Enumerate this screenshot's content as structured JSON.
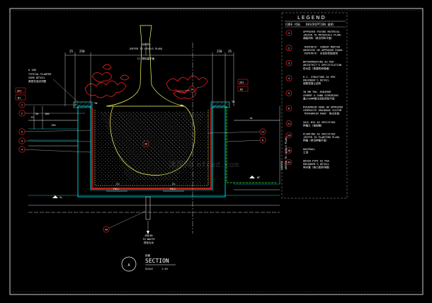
{
  "legend": {
    "title": "LEGEND",
    "col_code": "CODE 代码",
    "col_desc": "DESCRIPTION 说明",
    "items": [
      {
        "code": "1",
        "lines": [
          "APPROVED PAVING MATERIAL",
          "(REFER TO MATERIALS PLAN)",
          "铺装材料（参见材料平面）"
        ]
      },
      {
        "code": "2",
        "lines": [
          "'KEMCRETE' CEMENT-MORTAR",
          "ADHESIVE OR APPROVED EQUAL",
          "'KEMCRETE' 水泥砂浆粘结剂"
        ]
      },
      {
        "code": "3",
        "lines": [
          "WATERPROOFING AS PER",
          "ARCHITECT'S SPECIFICATION",
          "防水层（按建筑师规格）"
        ]
      },
      {
        "code": "4",
        "lines": [
          "R.C. STRUCTURE AS PER",
          "ENGINEER'S DETAIL",
          "钢筋混凝土结构"
        ]
      },
      {
        "code": "5",
        "lines": [
          "30 MM THK. MINIMUM",
          "CEMENT & SAND SCREEDING",
          "最少30MM厚水泥砂浆找平层"
        ]
      },
      {
        "code": "6",
        "lines": [
          "MIRADRAIN 6000 OR APPROVED",
          "COMPOSITE DRAINAGE SYSTEM",
          "'MIRADRAIN 6000' 排水系统"
        ]
      },
      {
        "code": "11",
        "lines": [
          "SOIL MIX AS SPECIFIED",
          "种植土（按规格）"
        ]
      },
      {
        "code": "14",
        "lines": [
          "PLANTING AS SPECIFIED",
          "(REFER TO PLANTING PLAN)",
          "种植（参见种植平面）"
        ]
      },
      {
        "code": "28",
        "lines": [
          "ROOTBALL",
          "土球"
        ]
      },
      {
        "code": "43",
        "lines": [
          "DRAIN PIPE AS PER",
          "ENGINEER'S DETAIL",
          "排水管（按工程师详图）"
        ]
      }
    ]
  },
  "drawing": {
    "varies_top": [
      "VARIES",
      "(REFER TO LEVELS PLAN)",
      "C/ 按标高平面"
    ],
    "varies_right": [
      "VARIES",
      "(REFER TO LEVELS PLAN)"
    ],
    "dim_250_left": "250",
    "dim_250_right": "250",
    "dim_25_left": "25",
    "dim_25_right": "25",
    "dim_100": "100",
    "dim_50": "50",
    "dim_150": "150",
    "label_tw": "TW",
    "label_fl": "FL",
    "label_al": "AL",
    "label_sl": "SL",
    "label_bf": "BF",
    "fall_left": "FALL",
    "fall_right": "FALL",
    "fall_pct": "2%",
    "typical_planter": [
      "A 100",
      "TYPICAL PLANTER",
      "CURB DETAIL",
      "典型花池边详图"
    ],
    "tag_sd1": "SD1",
    "tag_sd2": "SD2",
    "tag_w1": "W1",
    "tag_w2": "W2",
    "drain_to_waste": [
      "DRAIN",
      "TO WASTE",
      "排至污水"
    ],
    "callouts": [
      "1",
      "2",
      "3",
      "4",
      "5",
      "6",
      "11",
      "14",
      "28",
      "43"
    ],
    "watermark": "沐风网 mfcad.com"
  },
  "title_block": {
    "mark": "A",
    "cn": "剖面",
    "title": "SECTION",
    "scale_label": "SCALE",
    "scale_value": "1:10"
  },
  "colors": {
    "background": "#000000",
    "line_white": "#ffffff",
    "cyan": "#00ffff",
    "yellow": "#ffff66",
    "red": "#ff2a2a",
    "green": "#33ff33",
    "soil_hatch": "#bbbbbb"
  }
}
